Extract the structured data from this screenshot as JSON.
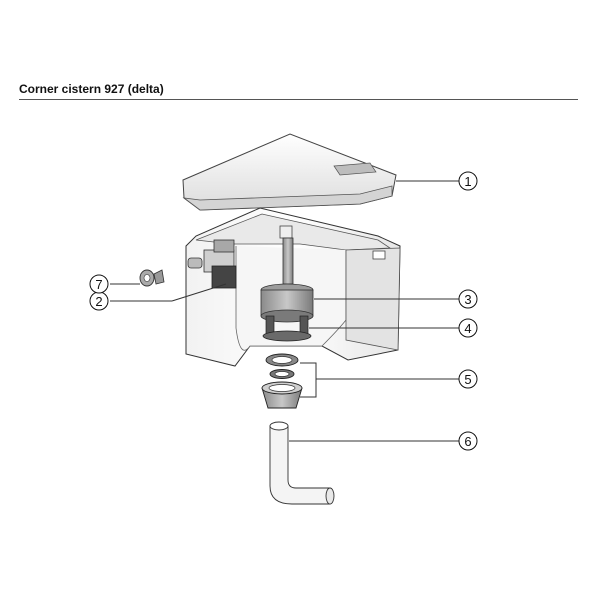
{
  "title": "Corner cistern 927 (delta)",
  "callouts": [
    "1",
    "2",
    "3",
    "4",
    "5",
    "6",
    "7"
  ],
  "parts": [
    {
      "id": "1",
      "icon": "cistern-lid-icon"
    },
    {
      "id": "2",
      "icon": "fill-valve-icon"
    },
    {
      "id": "3",
      "icon": "flush-valve-icon"
    },
    {
      "id": "4",
      "icon": "valve-base-icon"
    },
    {
      "id": "5",
      "icon": "seal-rings-icon"
    },
    {
      "id": "6",
      "icon": "flush-pipe-icon"
    },
    {
      "id": "7",
      "icon": "angle-connector-icon"
    }
  ]
}
